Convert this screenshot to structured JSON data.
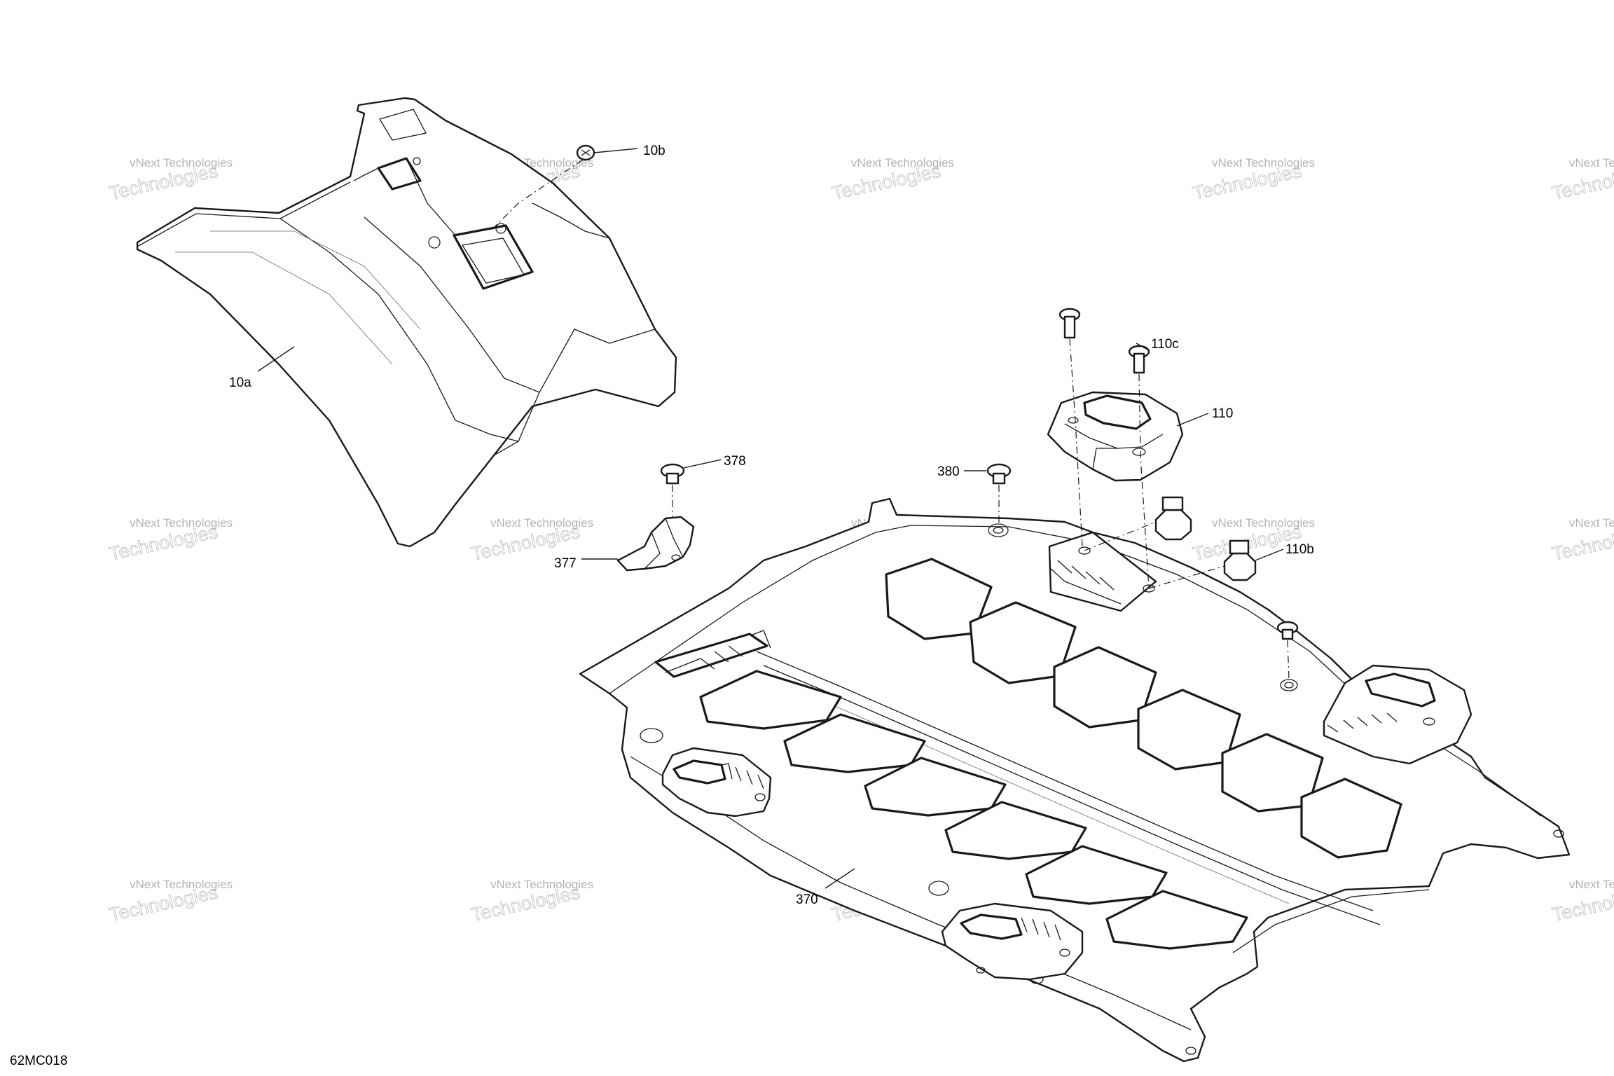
{
  "callouts": {
    "c10a": "10a",
    "c10b": "10b",
    "c110c": "110c",
    "c110": "110",
    "c110b": "110b",
    "c378": "378",
    "c380": "380",
    "c377": "377",
    "c370": "370"
  },
  "diagram_code": "62MC018",
  "watermark": {
    "line1": "vNext Technologies",
    "line2": "Technologies"
  }
}
